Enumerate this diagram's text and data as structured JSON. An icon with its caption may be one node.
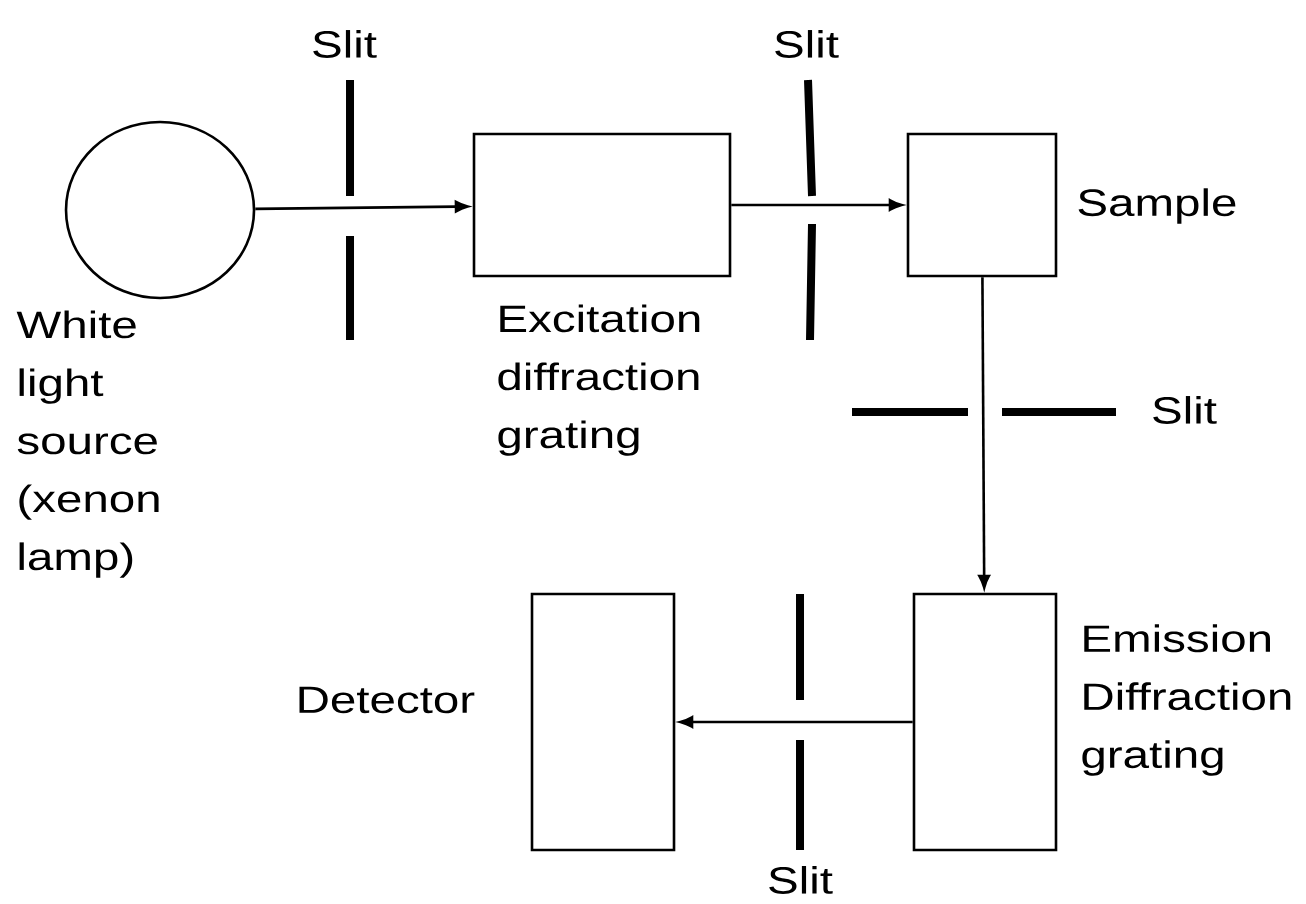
{
  "diagram": {
    "nodes": [
      {
        "text": [
          "White light source (xenon lamp)"
        ]
      },
      {
        "text": [
          "Excitation diffraction grating"
        ]
      },
      {
        "text": [
          "Sample"
        ]
      },
      {
        "text": [
          "Emission Diffraction grating"
        ]
      },
      {
        "text": [
          "Detector"
        ]
      }
    ],
    "edges": [
      {
        "from": 0,
        "to": 1,
        "arrow": "to"
      },
      {
        "from": 1,
        "to": 2,
        "arrow": "to"
      },
      {
        "from": 2,
        "to": 3,
        "arrow": "to"
      },
      {
        "from": 3,
        "to": 4,
        "arrow": "to"
      }
    ],
    "labels": [
      "Slit",
      "Slit",
      "Slit",
      "Slit"
    ]
  }
}
